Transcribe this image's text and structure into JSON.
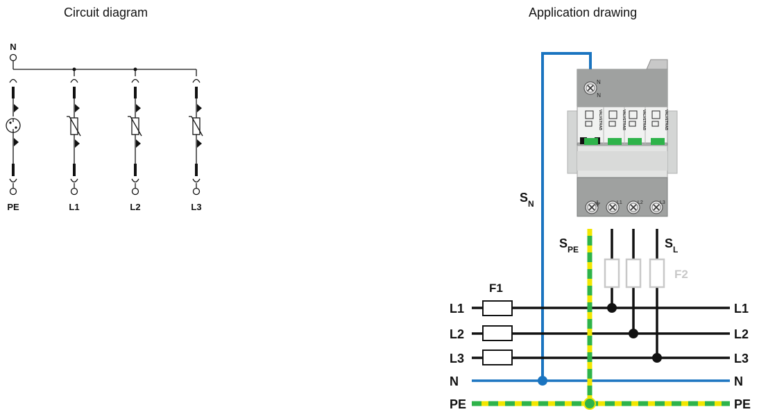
{
  "circuit": {
    "title": "Circuit diagram",
    "top_terminal": "N",
    "bottom_terminals": [
      "PE",
      "L1",
      "L2",
      "L3"
    ]
  },
  "application": {
    "title": "Application drawing",
    "lines_left": [
      "L1",
      "L2",
      "L3",
      "N",
      "PE"
    ],
    "lines_right": [
      "L1",
      "L2",
      "L3",
      "N",
      "PE"
    ],
    "fuse_f1": "F1",
    "fuse_f2": "F2",
    "conductor_n": {
      "main": "S",
      "sub": "N"
    },
    "conductor_pe": {
      "main": "S",
      "sub": "PE"
    },
    "conductor_l": {
      "main": "S",
      "sub": "L"
    },
    "device": {
      "brand": "VALVETRAB",
      "top_terminal": "N",
      "bottom_terminals": [
        "PE",
        "L1",
        "L2",
        "L3"
      ]
    }
  },
  "colors": {
    "neutral": "#1a74c0",
    "pe_green": "#2eb34a",
    "pe_yellow": "#f2e600",
    "phase": "#111111",
    "device_body": "#a8aaa9",
    "fuse_f2": "#c8c8c8"
  }
}
